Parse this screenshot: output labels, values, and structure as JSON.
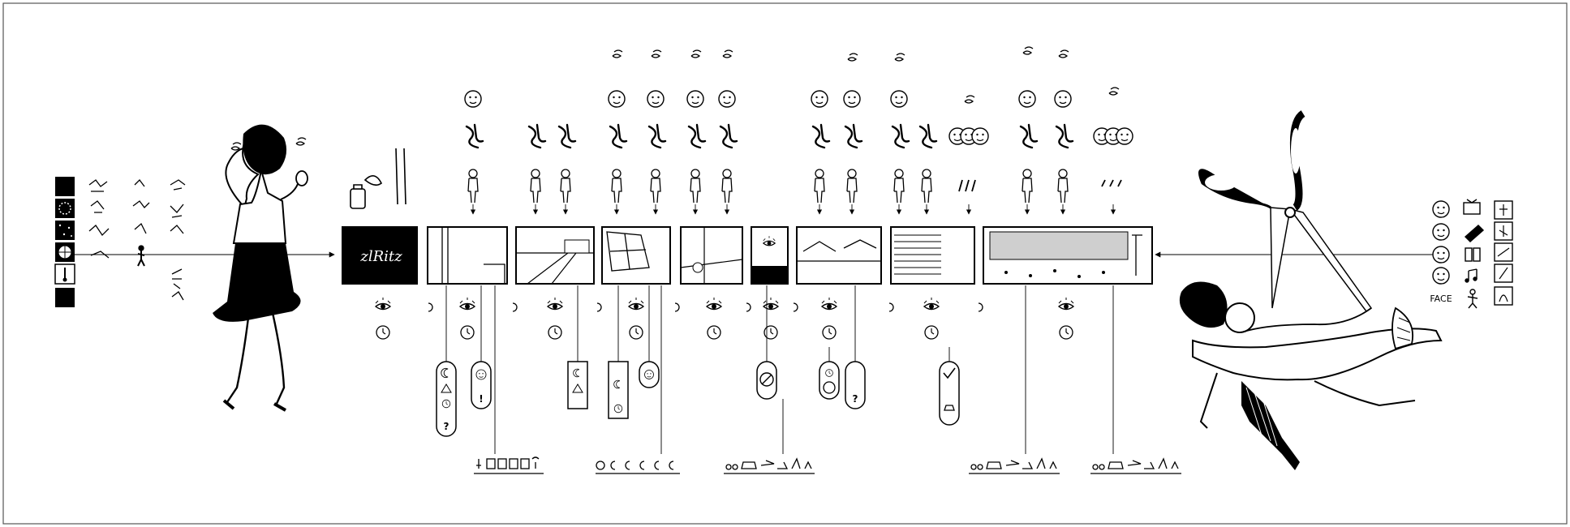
{
  "labels": {
    "face": "FACE",
    "question": "?",
    "exclamation": "!",
    "logo_text": "zlRitz"
  },
  "colors": {
    "ink": "#000000",
    "paper": "#ffffff",
    "gray": "#cfcfcf",
    "frame": "#555555"
  },
  "icons": {
    "left_legend": [
      "black-square-icon",
      "starburst-icon",
      "star-field-icon",
      "globe-icon",
      "thermometer-icon",
      "black-square-icon"
    ],
    "left_glyph_columns": [
      "shatter-glyph",
      "zigzag-glyph",
      "walking-figure-glyph",
      "gesture-glyph"
    ],
    "right_legend_faces": [
      "girl-face-icon",
      "grinning-face-icon",
      "calm-face-icon",
      "smiley-face-icon"
    ],
    "right_legend_objects": [
      "tv-icon",
      "film-strip-icon",
      "door-icon",
      "music-note-icon",
      "dancing-figure-icon"
    ],
    "right_legend_panels": [
      "panel-figure-1",
      "panel-figure-2",
      "panel-figure-3",
      "panel-figure-4",
      "panel-figure-5"
    ],
    "bottom_groups": [
      [
        "figure-icon",
        "phone-icon",
        "notes-icon",
        "book-icon",
        "tablet-icon",
        "radio-icon"
      ],
      [
        "moon-phase-1",
        "moon-phase-2",
        "moon-phase-3",
        "moon-phase-4",
        "moon-phase-5",
        "moon-phase-6"
      ],
      [
        "bicycle-icon",
        "car-icon",
        "plane-icon",
        "boat-icon",
        "rocket-icon",
        "runner-icon"
      ],
      [
        "bicycle-icon",
        "car-icon",
        "plane-icon",
        "boat-icon",
        "rocket-icon",
        "runner-icon"
      ],
      [
        "bicycle-icon",
        "car-icon",
        "plane-icon",
        "boat-icon",
        "rocket-icon",
        "runner-icon"
      ]
    ]
  }
}
